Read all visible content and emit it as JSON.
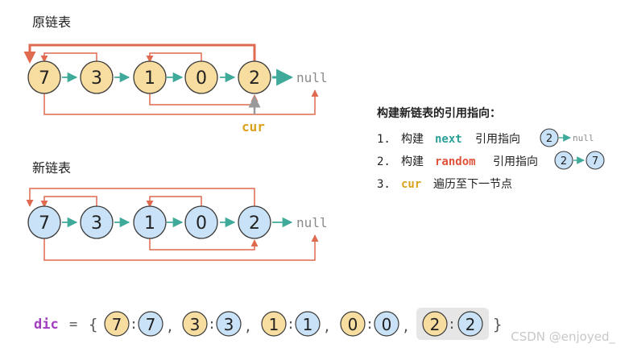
{
  "colors": {
    "yellow_fill": "#f8dda0",
    "blue_fill": "#c9e2f7",
    "node_stroke": "#3a3a3a",
    "next_arrow": "#3fa99a",
    "random_arrow": "#e06a50",
    "null_text": "#8a8a8a",
    "next_keyword": "#2aa198",
    "random_keyword": "#e0533a",
    "cur_keyword": "#d9a21b",
    "dic_keyword": "#a23ec0",
    "highlight_bg": "#e6e6e6",
    "watermark": "#cccccc"
  },
  "labels": {
    "original_list": "原链表",
    "new_list": "新链表",
    "null": "null",
    "cur": "cur"
  },
  "original": {
    "nodes": [
      "7",
      "3",
      "1",
      "0",
      "2"
    ]
  },
  "new": {
    "nodes": [
      "7",
      "3",
      "1",
      "0",
      "2"
    ]
  },
  "steps": {
    "title": "构建新链表的引用指向：",
    "step1": {
      "num": "1.",
      "pre": "构建",
      "kw": "next",
      "post": "引用指向",
      "node": "2",
      "target": "null"
    },
    "step2": {
      "num": "2.",
      "pre": "构建",
      "kw": "random",
      "post": "引用指向",
      "node": "2",
      "target": "7"
    },
    "step3": {
      "num": "3.",
      "kw": "cur",
      "post": "遍历至下一节点"
    }
  },
  "dic": {
    "name": "dic",
    "eq": "=",
    "open": "{",
    "close": "}",
    "colon": ":",
    "comma": ",",
    "pairs": [
      {
        "key": "7",
        "value": "7"
      },
      {
        "key": "3",
        "value": "3"
      },
      {
        "key": "1",
        "value": "1"
      },
      {
        "key": "0",
        "value": "0"
      },
      {
        "key": "2",
        "value": "2"
      }
    ]
  },
  "watermark": "CSDN @enjoyed_"
}
